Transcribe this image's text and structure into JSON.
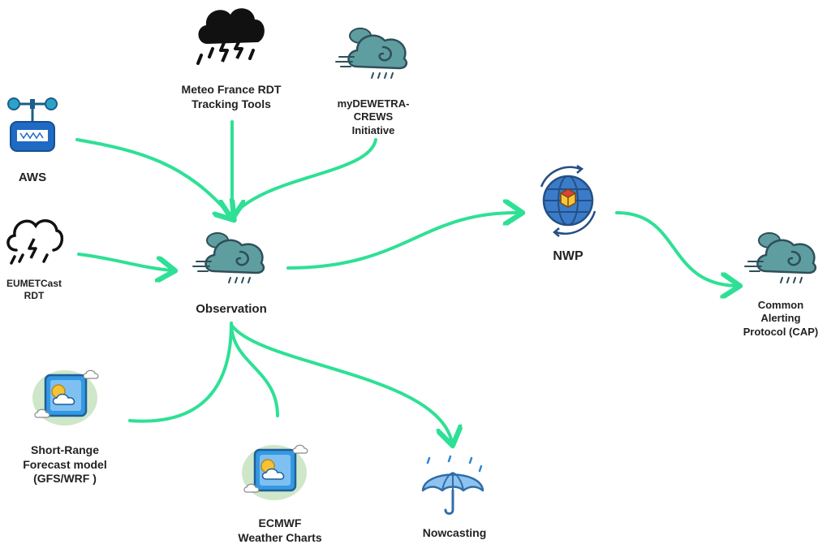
{
  "colors": {
    "arrow": "#2ee095",
    "cloud_fill": "#5e9ea1",
    "cloud_outline": "#2f4f5a",
    "storm_cloud": "#111111",
    "lightning": "#ffffff",
    "aws_blue": "#1f6bc4",
    "globe": "#3a7cc9",
    "globe_dark": "#264f84",
    "cube_red": "#e2413b",
    "cube_yellow": "#f7c736",
    "tile_blue": "#3499e2",
    "sun": "#f5c335",
    "umbrella_blue": "#8fc3ef",
    "umbrella_dark": "#2f6ea8",
    "rain": "#2e86d6",
    "mist_green": "#cfe7c9"
  },
  "nodes": {
    "meteo_france": {
      "label": "Meteo France RDT\nTracking Tools",
      "icon": "storm-cloud-icon"
    },
    "mydewetra": {
      "label": "myDEWETRA-\nCREWS\nInitiative",
      "icon": "wind-cloud-icon"
    },
    "aws": {
      "label": "AWS",
      "icon": "weather-station-icon"
    },
    "eumetcast": {
      "label": "EUMETCast\nRDT",
      "icon": "storm-cloud-outline-icon"
    },
    "observation": {
      "label": "Observation",
      "icon": "wind-cloud-icon"
    },
    "nwp": {
      "label": "NWP",
      "icon": "globe-cube-icon"
    },
    "cap": {
      "label": "Common\nAlerting\nProtocol (CAP)",
      "icon": "wind-cloud-icon"
    },
    "short_range": {
      "label": "Short-Range\nForecast  model\n(GFS/WRF )",
      "icon": "weather-tile-icon"
    },
    "ecmwf": {
      "label": "ECMWF\nWeather Charts",
      "icon": "weather-tile-icon"
    },
    "nowcasting": {
      "label": "Nowcasting",
      "icon": "umbrella-icon"
    }
  },
  "edges": [
    {
      "from": "AWS",
      "to": "Observation"
    },
    {
      "from": "Meteo France RDT Tracking Tools",
      "to": "Observation"
    },
    {
      "from": "myDEWETRA-CREWS Initiative",
      "to": "Observation"
    },
    {
      "from": "EUMETCast RDT",
      "to": "Observation"
    },
    {
      "from": "Short-Range Forecast model (GFS/WRF)",
      "to": "Observation"
    },
    {
      "from": "ECMWF Weather Charts",
      "to": "Observation"
    },
    {
      "from": "Observation",
      "to": "Nowcasting"
    },
    {
      "from": "Observation",
      "to": "NWP"
    },
    {
      "from": "NWP",
      "to": "Common Alerting Protocol (CAP)"
    }
  ]
}
